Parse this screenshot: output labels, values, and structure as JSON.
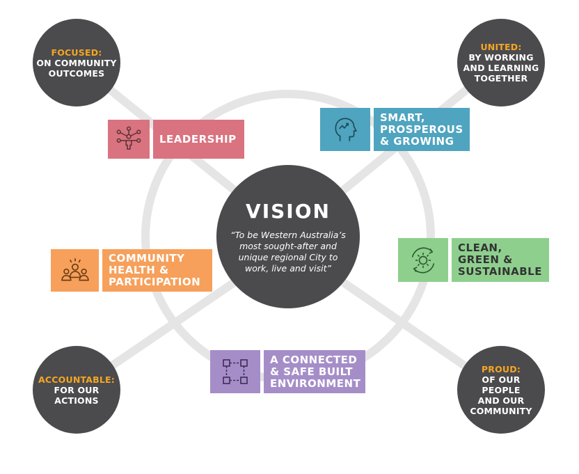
{
  "vision": {
    "title": "VISION",
    "quote": "“To be Western Australia’s\nmost sought-after and\nunique regional City to\nwork, live and visit”"
  },
  "values": [
    {
      "keyword": "FOCUSED:",
      "desc": "ON COMMUNITY\nOUTCOMES"
    },
    {
      "keyword": "UNITED:",
      "desc": "BY WORKING\nAND LEARNING\nTOGETHER"
    },
    {
      "keyword": "ACCOUNTABLE:",
      "desc": "FOR OUR\nACTIONS"
    },
    {
      "keyword": "PROUD:",
      "desc": "OF OUR\nPEOPLE\nAND OUR\nCOMMUNITY"
    }
  ],
  "pillars": [
    {
      "label": "LEADERSHIP",
      "icon": "leader-network-icon",
      "color": "#d9737f"
    },
    {
      "label": "SMART,\nPROSPEROUS\n& GROWING",
      "icon": "head-graph-icon",
      "color": "#4fa4bf"
    },
    {
      "label": "COMMUNITY\nHEALTH &\nPARTICIPATION",
      "icon": "people-group-icon",
      "color": "#f6a05b"
    },
    {
      "label": "CLEAN,\nGREEN &\nSUSTAINABLE",
      "icon": "sun-cycle-icon",
      "color": "#8ecf8e"
    },
    {
      "label": "A CONNECTED\n& SAFE BUILT\nENVIRONMENT",
      "icon": "connected-nodes-icon",
      "color": "#a58ec8"
    }
  ],
  "colors": {
    "circle": "#4b4b4d",
    "keyword": "#f5a623",
    "ring": "#e5e5e5"
  }
}
